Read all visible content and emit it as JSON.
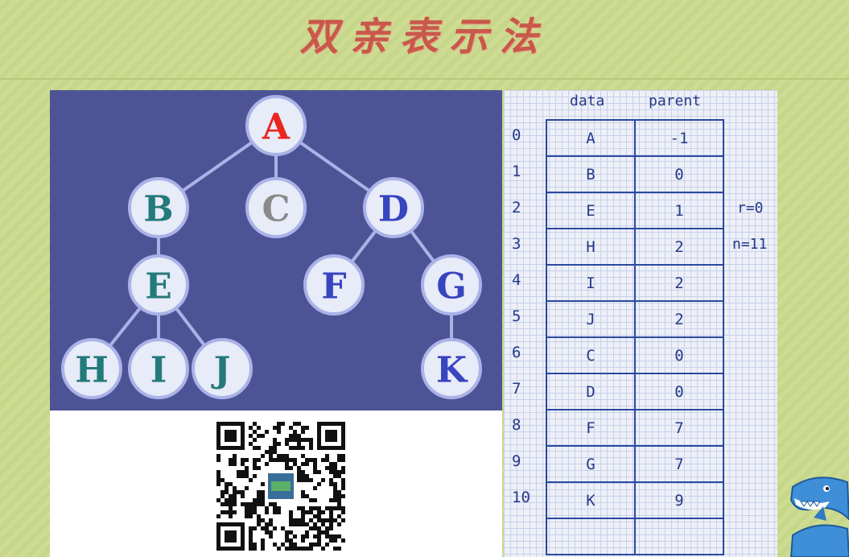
{
  "title": "双亲表示法",
  "tree": {
    "nodes": [
      {
        "id": "A",
        "label": "A",
        "color": "#e8261f"
      },
      {
        "id": "B",
        "label": "B",
        "color": "#237a7a"
      },
      {
        "id": "C",
        "label": "C",
        "color": "#8a8a8a"
      },
      {
        "id": "D",
        "label": "D",
        "color": "#3845c0"
      },
      {
        "id": "E",
        "label": "E",
        "color": "#237a7a"
      },
      {
        "id": "F",
        "label": "F",
        "color": "#3845c0"
      },
      {
        "id": "G",
        "label": "G",
        "color": "#3845c0"
      },
      {
        "id": "H",
        "label": "H",
        "color": "#237a7a"
      },
      {
        "id": "I",
        "label": "I",
        "color": "#237a7a"
      },
      {
        "id": "J",
        "label": "J",
        "color": "#237a7a"
      },
      {
        "id": "K",
        "label": "K",
        "color": "#3845c0"
      }
    ],
    "edges": [
      [
        "A",
        "B"
      ],
      [
        "A",
        "C"
      ],
      [
        "A",
        "D"
      ],
      [
        "B",
        "E"
      ],
      [
        "E",
        "H"
      ],
      [
        "E",
        "I"
      ],
      [
        "E",
        "J"
      ],
      [
        "D",
        "F"
      ],
      [
        "D",
        "G"
      ],
      [
        "G",
        "K"
      ]
    ]
  },
  "table": {
    "col_data": "data",
    "col_parent": "parent",
    "rows": [
      {
        "index": "0",
        "data": "A",
        "parent": "-1"
      },
      {
        "index": "1",
        "data": "B",
        "parent": "0"
      },
      {
        "index": "2",
        "data": "E",
        "parent": "1"
      },
      {
        "index": "3",
        "data": "H",
        "parent": "2"
      },
      {
        "index": "4",
        "data": "I",
        "parent": "2"
      },
      {
        "index": "5",
        "data": "J",
        "parent": "2"
      },
      {
        "index": "6",
        "data": "C",
        "parent": "0"
      },
      {
        "index": "7",
        "data": "D",
        "parent": "0"
      },
      {
        "index": "8",
        "data": "F",
        "parent": "7"
      },
      {
        "index": "9",
        "data": "G",
        "parent": "7"
      },
      {
        "index": "10",
        "data": "K",
        "parent": "9"
      },
      {
        "index": "",
        "data": "",
        "parent": ""
      }
    ],
    "r_note": "r=0",
    "n_note": "n=11"
  }
}
